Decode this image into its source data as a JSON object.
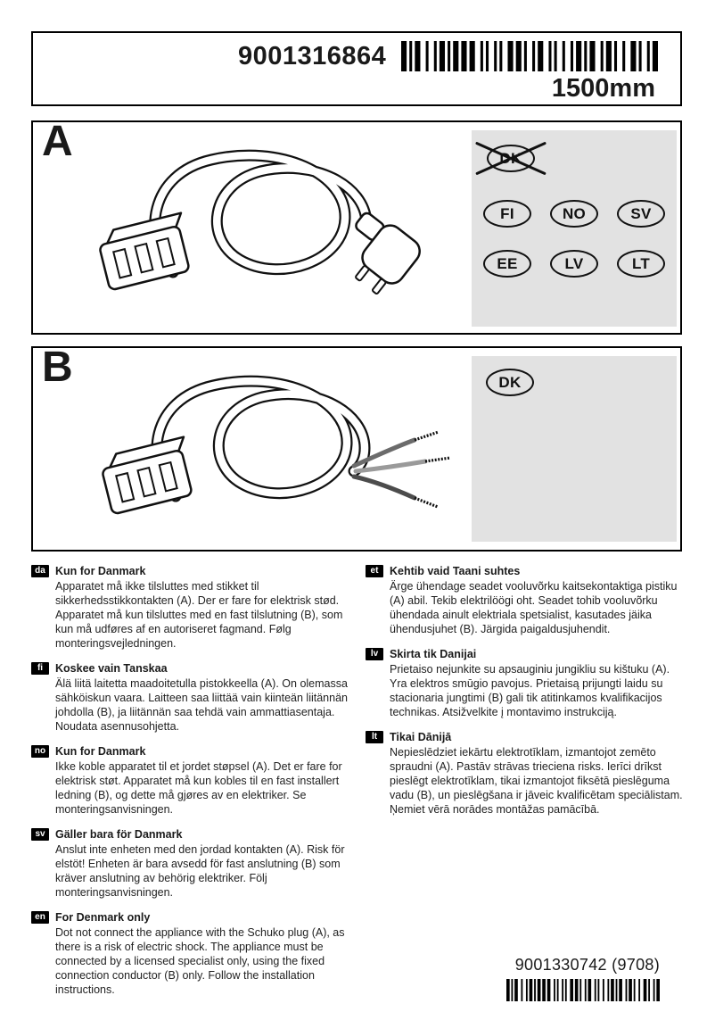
{
  "header": {
    "part_number": "9001316864",
    "cable_length": "1500mm"
  },
  "section_a": {
    "label": "A",
    "excluded_country": "DK",
    "countries": [
      "FI",
      "NO",
      "SV",
      "EE",
      "LV",
      "LT"
    ]
  },
  "section_b": {
    "label": "B",
    "country": "DK"
  },
  "notes": {
    "left": [
      {
        "lang": "da",
        "title": "Kun for Danmark",
        "body": "Apparatet må ikke tilsluttes med stikket til sikkerhedsstikkontakten (A). Der er fare for elektrisk stød. Apparatet må kun tilsluttes med en fast tilslutning (B), som kun må udføres af en autoriseret fagmand. Følg monteringsvejledningen."
      },
      {
        "lang": "fi",
        "title": "Koskee vain Tanskaa",
        "body": "Älä liitä laitetta maadoitetulla pistokkeella (A). On olemassa sähköiskun vaara. Laitteen saa liittää vain kiinteän liitännän johdolla (B), ja liitännän saa tehdä vain ammattiasentaja. Noudata asennusohjetta."
      },
      {
        "lang": "no",
        "title": "Kun for Danmark",
        "body": "Ikke koble apparatet til et jordet støpsel (A). Det er fare for elektrisk støt. Apparatet må kun kobles til en fast installert ledning (B), og dette må gjøres av en elektriker. Se monteringsanvisningen."
      },
      {
        "lang": "sv",
        "title": "Gäller bara för Danmark",
        "body": "Anslut inte enheten med den jordad kontakten (A). Risk för elstöt! Enheten är bara avsedd för fast anslutning (B) som kräver anslutning av behörig elektriker. Följ monteringsanvisningen."
      },
      {
        "lang": "en",
        "title": "For Denmark only",
        "body": "Dot not connect the appliance with the Schuko plug (A), as there is a risk of electric shock. The appliance must be connected by a licensed specialist only, using the fixed connection conductor (B) only. Follow the installation instructions."
      }
    ],
    "right": [
      {
        "lang": "et",
        "title": "Kehtib vaid Taani suhtes",
        "body": "Ärge ühendage seadet vooluvõrku kaitsekontaktiga pistiku (A) abil. Tekib elektrilöögi oht. Seadet tohib vooluvõrku ühendada ainult elektriala spetsialist, kasutades jäika ühendusjuhet (B). Järgida paigaldusjuhendit."
      },
      {
        "lang": "lv",
        "title": "Skirta tik Danijai",
        "body": "Prietaiso nejunkite su apsauginiu jungikliu su kištuku (A). Yra elektros smūgio pavojus. Prietaisą prijungti laidu su stacionaria jungtimi (B) gali tik atitinkamos kvalifikacijos technikas. Atsižvelkite į montavimo instrukciją."
      },
      {
        "lang": "lt",
        "title": "Tikai Dānijā",
        "body": "Nepieslēdziet iekārtu elektrotīklam, izmantojot zemēto spraudni (A). Pastāv strāvas trieciena risks. Ierīci drīkst pieslēgt elektrotīklam, tikai izmantojot fiksētā pieslēguma vadu (B), un pieslēgšana ir jāveic kvalificētam speciālistam. Ņemiet vērā norādes montāžas pamācībā."
      }
    ]
  },
  "footer": {
    "code": "9001330742 (9708)"
  }
}
